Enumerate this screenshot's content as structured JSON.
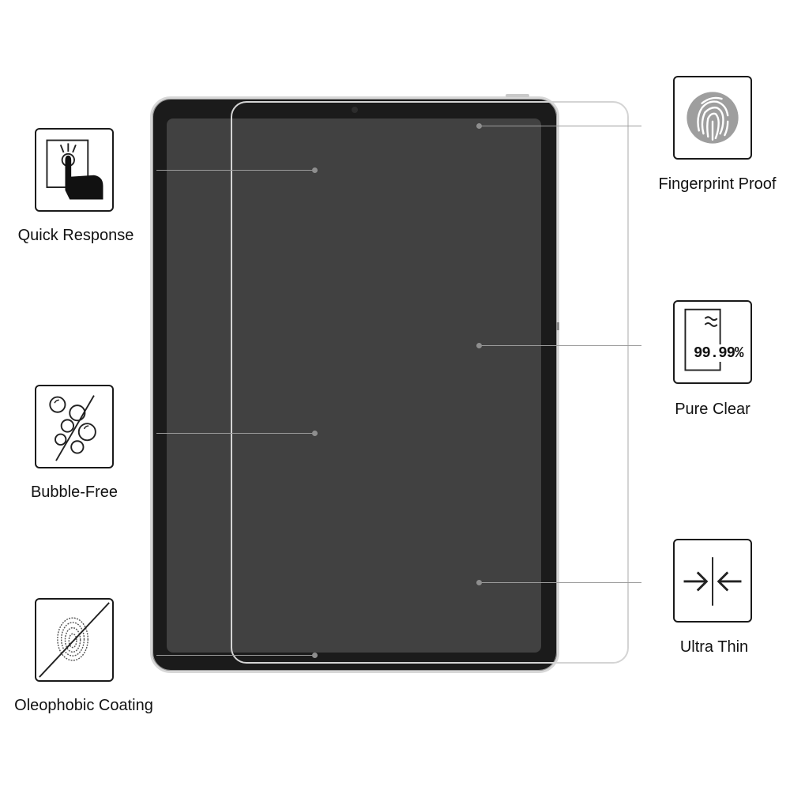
{
  "features": {
    "quick_response": {
      "label": "Quick Response",
      "icon": "touch-hand-icon"
    },
    "bubble_free": {
      "label": "Bubble-Free",
      "icon": "bubbles-icon"
    },
    "oleophobic": {
      "label": "Oleophobic Coating",
      "icon": "no-oil-fingerprint-icon"
    },
    "fingerprint_proof": {
      "label": "Fingerprint Proof",
      "icon": "fingerprint-icon"
    },
    "pure_clear": {
      "label": "Pure Clear",
      "icon": "transparency-icon",
      "percent": "99.99%"
    },
    "ultra_thin": {
      "label": "Ultra Thin",
      "icon": "thin-arrows-icon"
    }
  },
  "colors": {
    "bezel": "#1b1b1b",
    "screen": "#414141",
    "line": "#9c9c9c"
  }
}
